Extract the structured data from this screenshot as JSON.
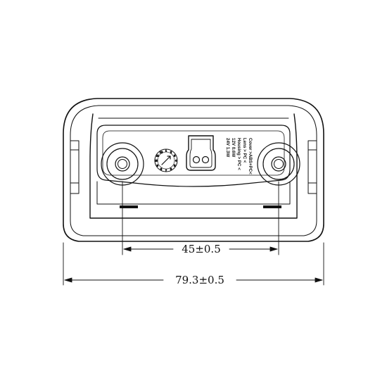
{
  "drawing": {
    "label_lines": [
      "Cover >ABS+PC<",
      "Lens    > PC <",
      "Housing > PC <",
      "12V 0.6W",
      "24V 1.3W"
    ],
    "date_dial_digits": [
      "1",
      "2",
      "3",
      "4",
      "5",
      "6",
      "7",
      "8",
      "9",
      "10",
      "11",
      "12"
    ],
    "dimensions": {
      "hole_spacing": "45±0.5",
      "overall_width": "79.3±0.5"
    },
    "colors": {
      "line": "#111111",
      "background": "#ffffff"
    }
  }
}
